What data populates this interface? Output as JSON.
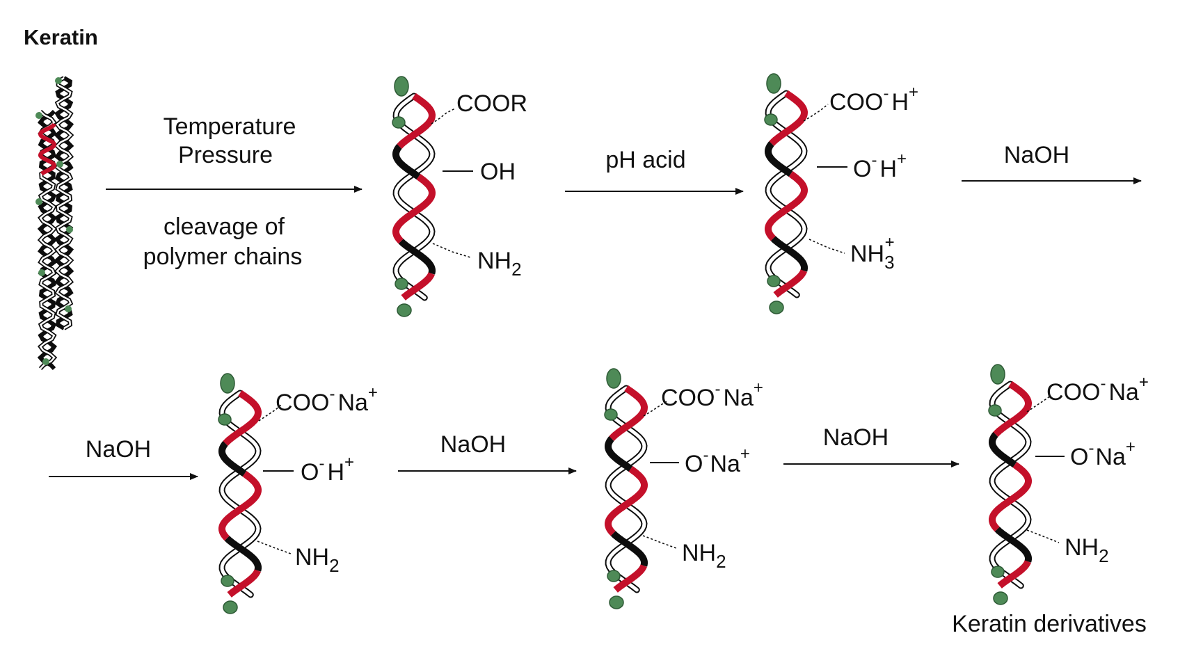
{
  "title": "Keratin",
  "colors": {
    "strand_dark": "#0d0d0d",
    "strand_red": "#c4102a",
    "terminal_green": "#4e8a57",
    "arrow": "#111111"
  },
  "arrows": [
    {
      "top": "Temperature",
      "top2": "Pressure",
      "bottom": "cleavage of",
      "bottom2": "polymer chains"
    },
    {
      "top": "pH acid"
    },
    {
      "top": "NaOH"
    },
    {
      "top": "NaOH"
    },
    {
      "top": "NaOH"
    },
    {
      "top": "NaOH"
    }
  ],
  "species": [
    {
      "carboxyl_base": "COOR",
      "hydroxyl_base": "OH",
      "amine_base": "NH",
      "amine_sub": "2"
    },
    {
      "carboxyl_base": "COO",
      "carboxyl_charge": "-",
      "carboxyl_counter": "H",
      "carboxyl_counter_charge": "+",
      "hydroxyl_base": "O",
      "hydroxyl_charge": "-",
      "hydroxyl_counter": "H",
      "hydroxyl_counter_charge": "+",
      "amine_base": "NH",
      "amine_sub": "3",
      "amine_charge": "+"
    },
    {
      "carboxyl_base": "COO",
      "carboxyl_charge": "-",
      "carboxyl_counter": "Na",
      "carboxyl_counter_charge": "+",
      "hydroxyl_base": "O",
      "hydroxyl_charge": "-",
      "hydroxyl_counter": "H",
      "hydroxyl_counter_charge": "+",
      "amine_base": "NH",
      "amine_sub": "2"
    },
    {
      "carboxyl_base": "COO",
      "carboxyl_charge": "-",
      "carboxyl_counter": "Na",
      "carboxyl_counter_charge": "+",
      "hydroxyl_base": "O",
      "hydroxyl_charge": "-",
      "hydroxyl_counter": "Na",
      "hydroxyl_counter_charge": "+",
      "amine_base": "NH",
      "amine_sub": "2"
    },
    {
      "carboxyl_base": "COO",
      "carboxyl_charge": "-",
      "carboxyl_counter": "Na",
      "carboxyl_counter_charge": "+",
      "hydroxyl_base": "O",
      "hydroxyl_charge": "-",
      "hydroxyl_counter": "Na",
      "hydroxyl_counter_charge": "+",
      "amine_base": "NH",
      "amine_sub": "2"
    }
  ],
  "footer_label": "Keratin derivatives"
}
